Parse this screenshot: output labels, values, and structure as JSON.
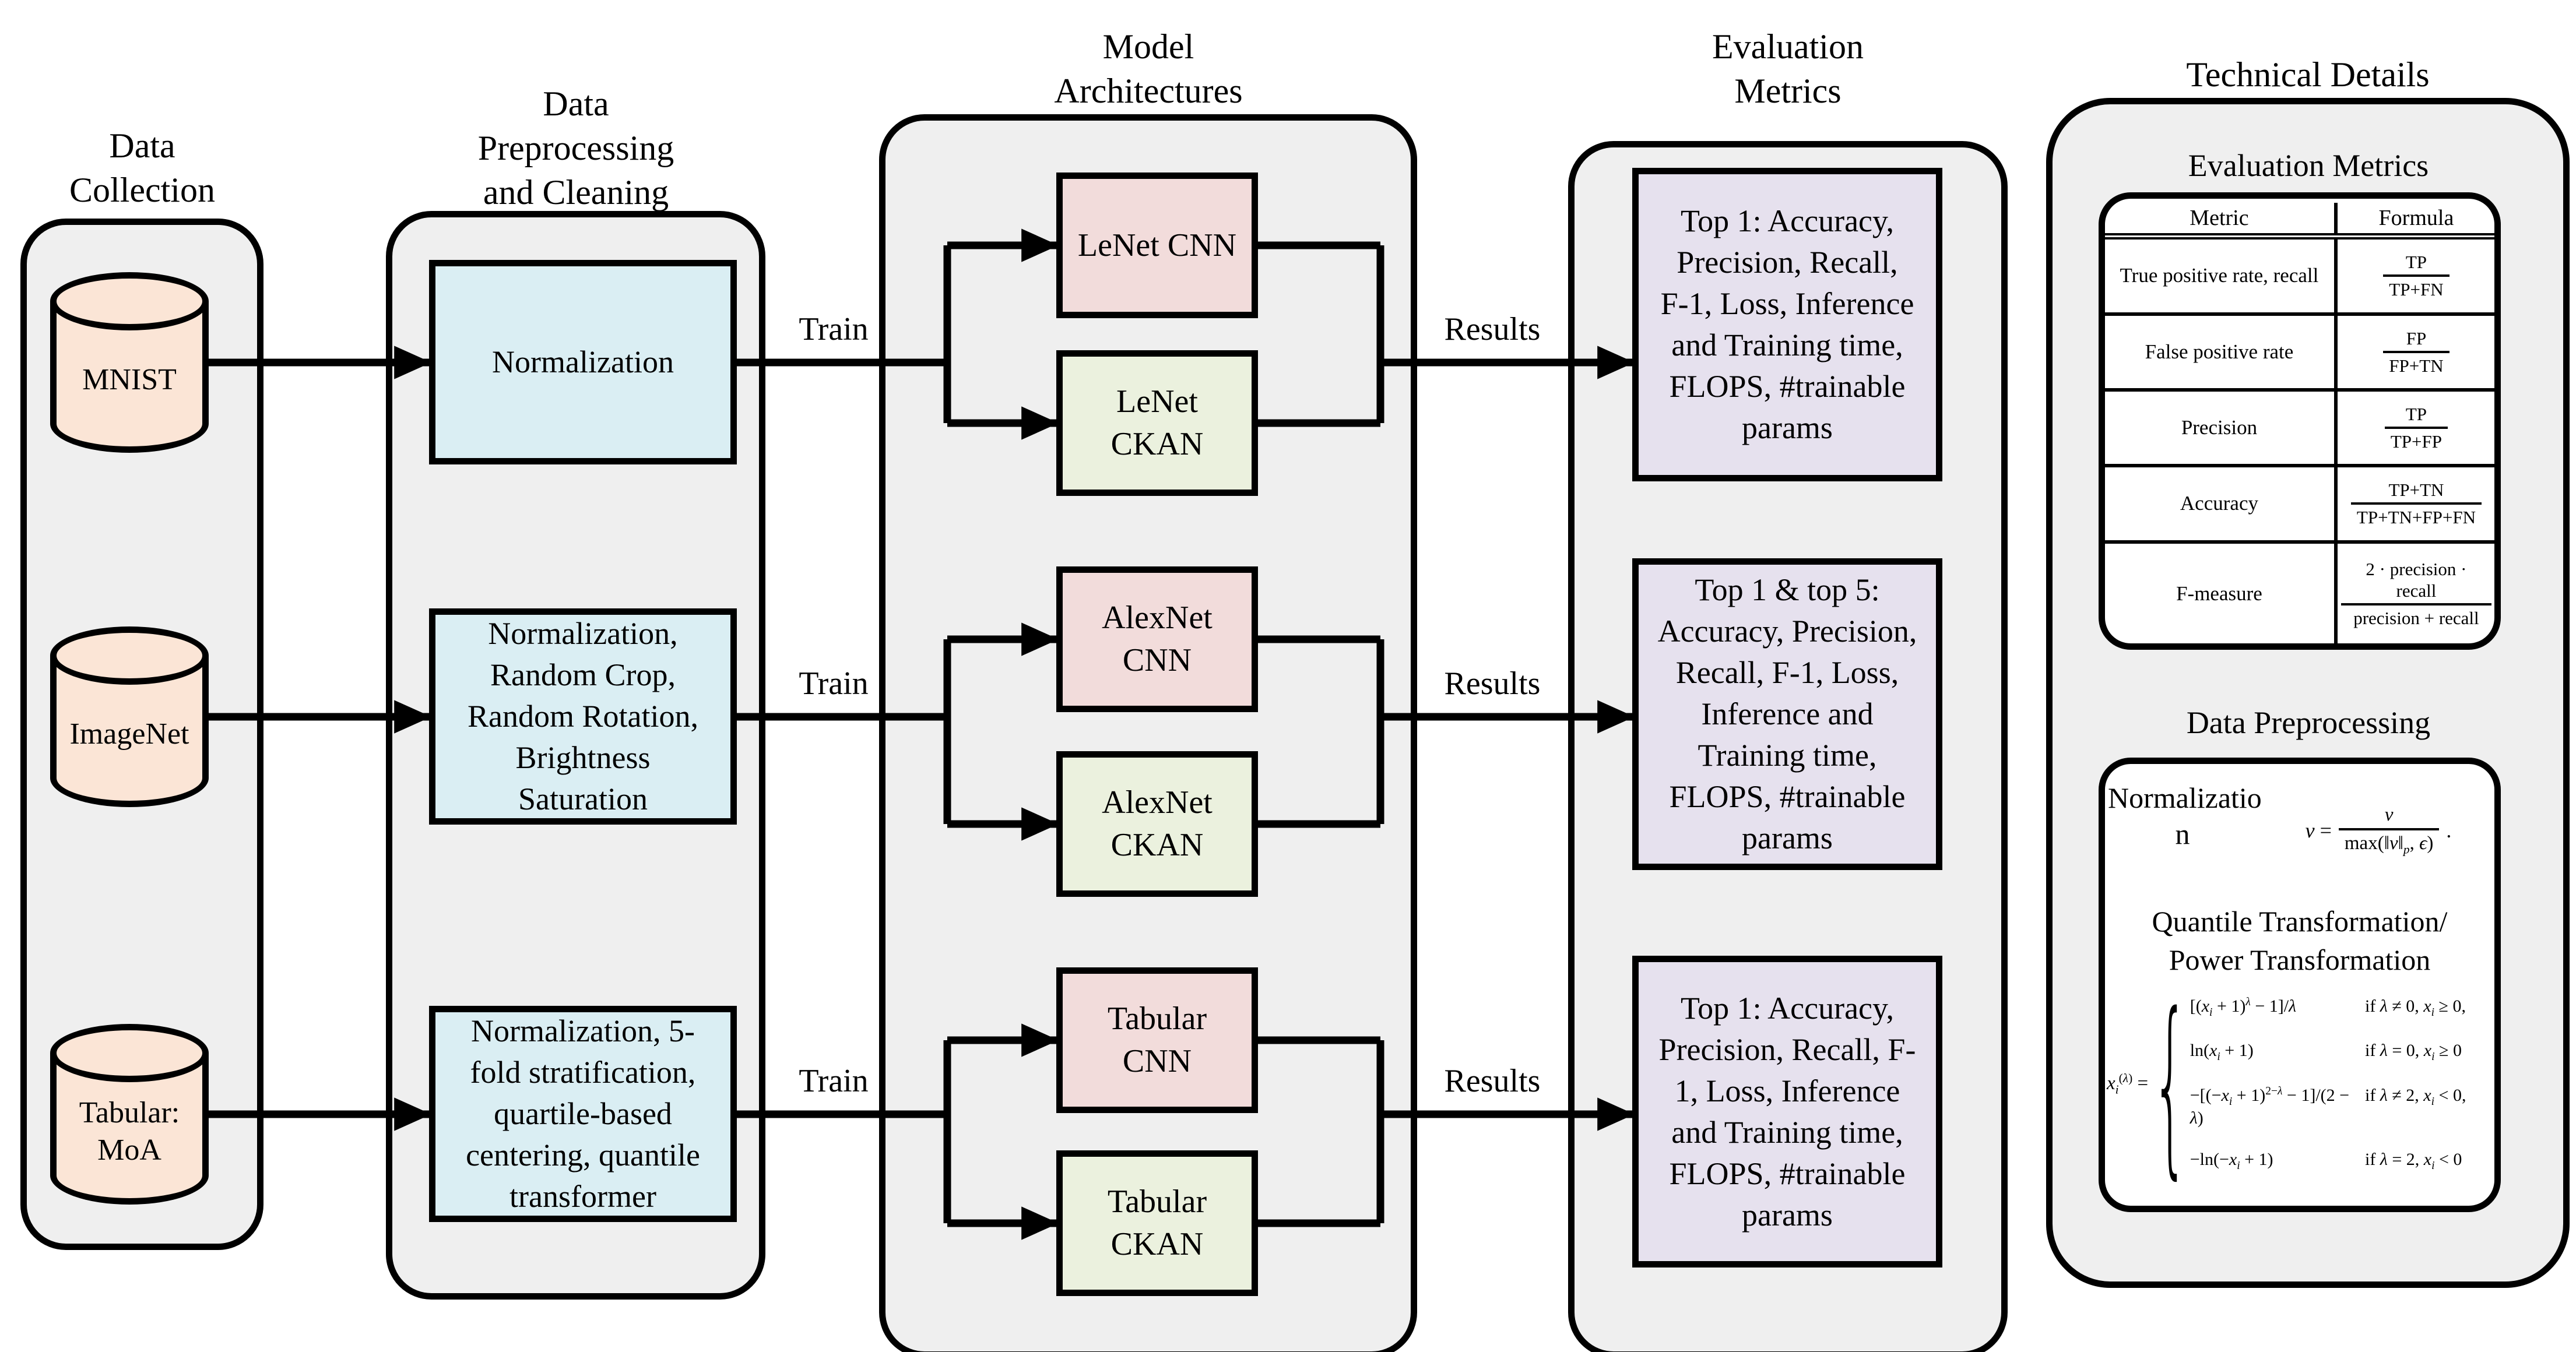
{
  "colors": {
    "panel_fill": "#efefef",
    "panel_border": "#000000",
    "cylinder_fill": "#fbe5d6",
    "preprocess_fill": "#daeef3",
    "cnn_fill": "#f2dcdb",
    "ckan_fill": "#ebf1de",
    "eval_fill": "#e6e1ee",
    "line": "#000000",
    "inner_box_fill": "#ffffff"
  },
  "headers": {
    "data_collection": "Data\nCollection",
    "preprocessing": "Data\nPreprocessing\nand Cleaning",
    "models": "Model\nArchitectures",
    "evaluation": "Evaluation\nMetrics",
    "technical": "Technical Details"
  },
  "datasets": [
    {
      "label": "MNIST"
    },
    {
      "label": "ImageNet"
    },
    {
      "label": "Tabular:\nMoA"
    }
  ],
  "preprocess_boxes": [
    "Normalization",
    "Normalization,\nRandom Crop,\nRandom Rotation,\nBrightness\nSaturation",
    "Normalization, 5-\nfold stratification,\nquartile-based\ncentering, quantile\ntransformer"
  ],
  "edge_labels": {
    "train": "Train",
    "results": "Results"
  },
  "model_boxes": [
    {
      "cnn": "LeNet CNN",
      "ckan": "LeNet\nCKAN"
    },
    {
      "cnn": "AlexNet\nCNN",
      "ckan": "AlexNet\nCKAN"
    },
    {
      "cnn": "Tabular\nCNN",
      "ckan": "Tabular\nCKAN"
    }
  ],
  "eval_boxes": [
    "Top 1: Accuracy,\nPrecision, Recall,\nF-1, Loss, Inference\nand Training time,\nFLOPS, #trainable\nparams",
    "Top 1 & top 5:\nAccuracy, Precision,\nRecall, F-1, Loss,\nInference and\nTraining time,\nFLOPS, #trainable\nparams",
    "Top 1: Accuracy,\nPrecision, Recall, F-\n1, Loss, Inference\nand Training time,\nFLOPS, #trainable\nparams"
  ],
  "technical": {
    "metrics_title": "Evaluation Metrics",
    "table": {
      "col_metric": "Metric",
      "col_formula": "Formula",
      "rows": [
        {
          "metric": "True positive rate, recall",
          "num": "TP",
          "den": "TP+FN"
        },
        {
          "metric": "False positive rate",
          "num": "FP",
          "den": "FP+TN"
        },
        {
          "metric": "Precision",
          "num": "TP",
          "den": "TP+FP"
        },
        {
          "metric": "Accuracy",
          "num": "TP+TN",
          "den": "TP+TN+FP+FN"
        },
        {
          "metric": "F-measure",
          "num": "2 · precision · recall",
          "den": "precision + recall"
        }
      ]
    },
    "preprocessing_title": "Data Preprocessing",
    "normalization": {
      "label": "Normalizatio\nn",
      "lhs": "<i>v</i> =",
      "num": "<i>v</i>",
      "den": "max(&#8214;<i>v</i>&#8214;<sub><i>p</i></sub>, <i>&#1013;</i>)",
      "suffix": "."
    },
    "quantile_title": "Quantile Transformation/\nPower Transformation",
    "piecewise": {
      "lhs": "<i>x</i><sub><i>i</i></sub><sup>(<i>&lambda;</i>)</sup> =",
      "cases": [
        {
          "expr": "[(<i>x<sub>i</sub></i> + 1)<sup><i>&lambda;</i></sup> &minus; 1]/<i>&lambda;</i>",
          "cond": "if <i>&lambda;</i> &ne; 0, <i>x<sub>i</sub></i> &ge; 0,"
        },
        {
          "expr": "ln(<i>x<sub>i</sub></i> + 1)",
          "cond": "if <i>&lambda;</i> = 0, <i>x<sub>i</sub></i> &ge; 0"
        },
        {
          "expr": "&minus;[(&minus;<i>x<sub>i</sub></i> + 1)<sup>2&minus;<i>&lambda;</i></sup> &minus; 1]/(2 &minus; <i>&lambda;</i>)",
          "cond": "if <i>&lambda;</i> &ne; 2, <i>x<sub>i</sub></i> &lt; 0,"
        },
        {
          "expr": "&minus;ln(&minus;<i>x<sub>i</sub></i> + 1)",
          "cond": "if <i>&lambda;</i> = 2, <i>x<sub>i</sub></i> &lt; 0"
        }
      ]
    }
  }
}
